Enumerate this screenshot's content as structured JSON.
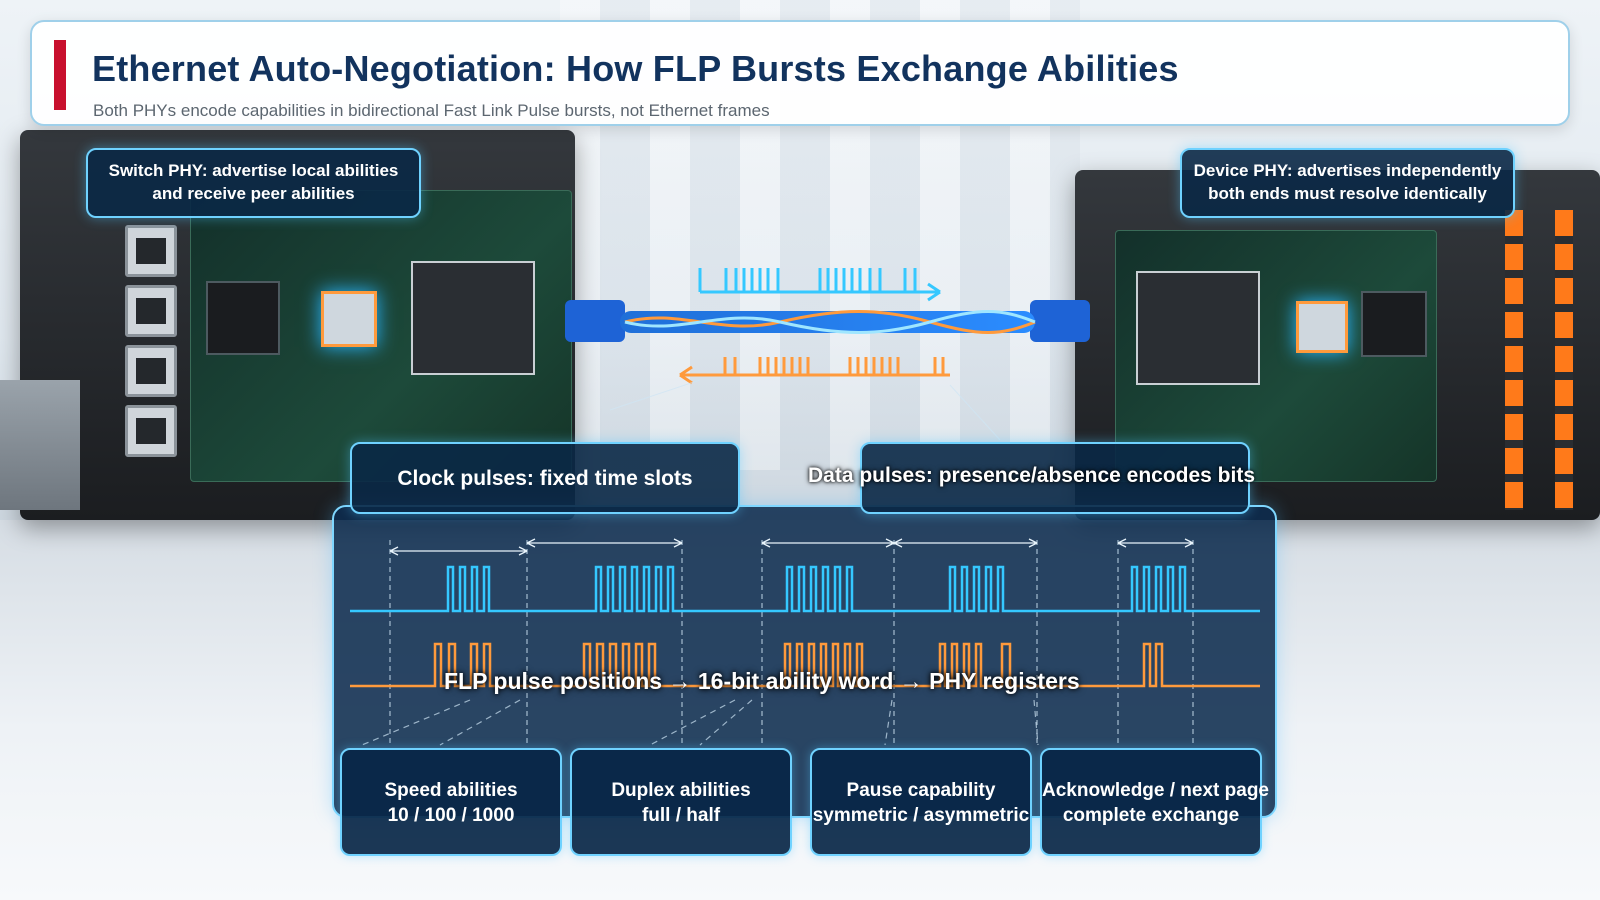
{
  "header": {
    "title": "Ethernet Auto-Negotiation: How FLP Bursts Exchange Abilities",
    "subtitle": "Both PHYs encode capabilities in bidirectional Fast Link Pulse bursts, not Ethernet frames"
  },
  "callouts": {
    "switch_phy": {
      "line1": "Switch PHY: advertise local abilities",
      "line2": "and receive peer abilities"
    },
    "device_phy": {
      "line1": "Device PHY: advertises independently",
      "line2": "both ends must resolve identically"
    },
    "clock_pulses": "Clock pulses: fixed time slots",
    "data_pulses": "Data pulses: presence/absence encodes bits"
  },
  "flow_label": "FLP pulse positions → 16-bit ability word → PHY registers",
  "categories": [
    {
      "title": "Speed abilities",
      "detail": "10 / 100 / 1000"
    },
    {
      "title": "Duplex abilities",
      "detail": "full / half"
    },
    {
      "title": "Pause capability",
      "detail": "symmetric / asymmetric"
    },
    {
      "title": "Acknowledge / next page",
      "detail": "complete exchange"
    }
  ],
  "colors": {
    "title": "#12335e",
    "accent_bar": "#c8102e",
    "clock_pulse": "#35c8ff",
    "data_pulse": "#ff9a3c",
    "panel_bg": "#0e2c4e",
    "border_glow": "#6fd2ff"
  }
}
